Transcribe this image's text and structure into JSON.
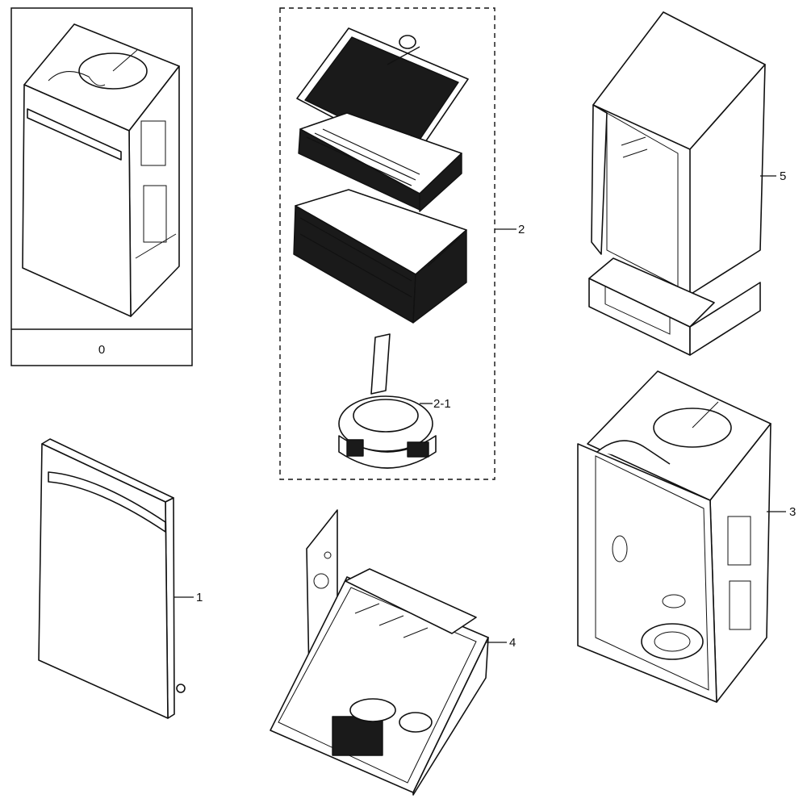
{
  "diagram": {
    "callouts": {
      "assembly": "0",
      "door": "1",
      "rack_kit": "2",
      "sump": "2-1",
      "tub": "3",
      "base": "4",
      "cabinet": "5"
    }
  }
}
